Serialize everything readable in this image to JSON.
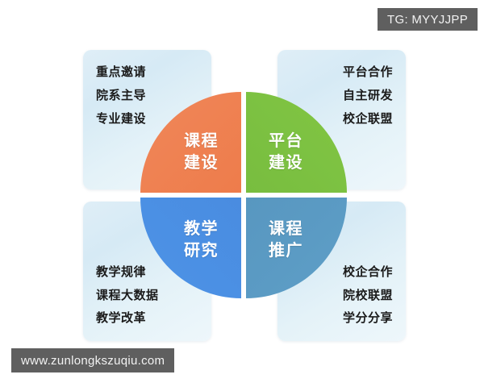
{
  "watermarks": {
    "top_right": "TG: MYYJJPP",
    "bottom_left": "www.zunlongkszuqiu.com"
  },
  "colors": {
    "background": "#ffffff",
    "card_gradient_start": "#dfeef7",
    "card_gradient_end": "#eef7fb",
    "quadrant_top_left": "#ef8253",
    "quadrant_top_right": "#7dc242",
    "quadrant_bottom_left": "#4b90e4",
    "quadrant_bottom_right": "#5b9bc4",
    "watermark_background": "#5f5f5f",
    "watermark_text": "#f2f2f2",
    "card_text": "#1b1b1b",
    "quadrant_text": "#ffffff"
  },
  "diagram": {
    "type": "four-quadrant-circle",
    "quadrants": [
      {
        "position": "top-left",
        "color": "#ef8253",
        "label_line1": "课程",
        "label_line2": "建设",
        "card_align": "left",
        "card_items": [
          "重点邀请",
          "院系主导",
          "专业建设"
        ]
      },
      {
        "position": "top-right",
        "color": "#7dc242",
        "label_line1": "平台",
        "label_line2": "建设",
        "card_align": "right",
        "card_items": [
          "平台合作",
          "自主研发",
          "校企联盟"
        ]
      },
      {
        "position": "bottom-left",
        "color": "#4b90e4",
        "label_line1": "教学",
        "label_line2": "研究",
        "card_align": "left",
        "card_items": [
          "教学规律",
          "课程大数据",
          "教学改革"
        ]
      },
      {
        "position": "bottom-right",
        "color": "#5b9bc4",
        "label_line1": "课程",
        "label_line2": "推广",
        "card_align": "right",
        "card_items": [
          "校企合作",
          "院校联盟",
          "学分分享"
        ]
      }
    ]
  }
}
